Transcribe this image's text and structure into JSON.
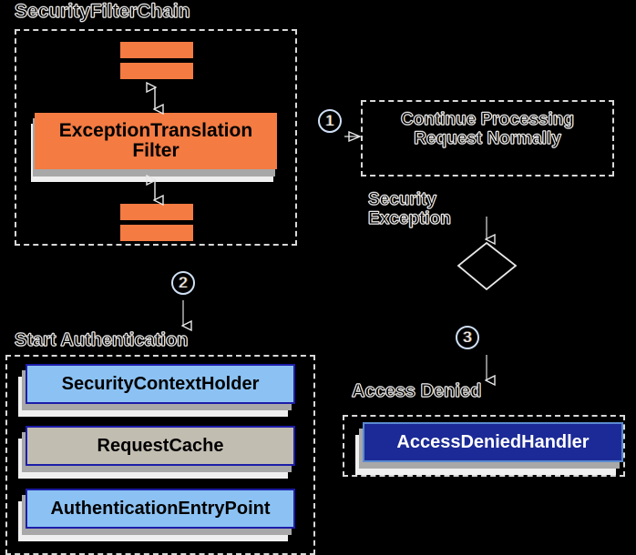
{
  "diagram": {
    "title_visible": false,
    "background": "#000000",
    "accent_orange": "#f47b42",
    "accent_blue": "#8cc2f3",
    "accent_tan": "#c2bdb1",
    "accent_navy": "#1b2a96",
    "outline_color": "#e9e9e9"
  },
  "groups": {
    "filter_chain": {
      "label": "SecurityFilterChain",
      "nodes": {
        "filter_bar_1": "",
        "filter_bar_2": "",
        "exception_filter": "ExceptionTranslation\nFilter",
        "filter_bar_3": "",
        "filter_bar_4": ""
      }
    },
    "continue_processing": {
      "label": "Continue Processing\nRequest Normally"
    },
    "start_authentication": {
      "label": "Start Authentication",
      "nodes": [
        {
          "name": "SecurityContextHolder",
          "style": "blue"
        },
        {
          "name": "RequestCache",
          "style": "tan"
        },
        {
          "name": "AuthenticationEntryPoint",
          "style": "blue"
        }
      ]
    },
    "access_denied": {
      "label": "Access Denied",
      "nodes": [
        {
          "name": "AccessDeniedHandler",
          "style": "navy"
        }
      ]
    }
  },
  "annotations": {
    "step_one": "1",
    "step_two": "2",
    "step_three": "3",
    "security_exception": "Security\nException"
  },
  "icons": {
    "decision_diamond": "decision-diamond-icon",
    "arrow_right": "arrow-right-icon",
    "arrow_down": "arrow-down-icon",
    "arrow_double_vertical": "arrow-double-vertical-icon"
  }
}
